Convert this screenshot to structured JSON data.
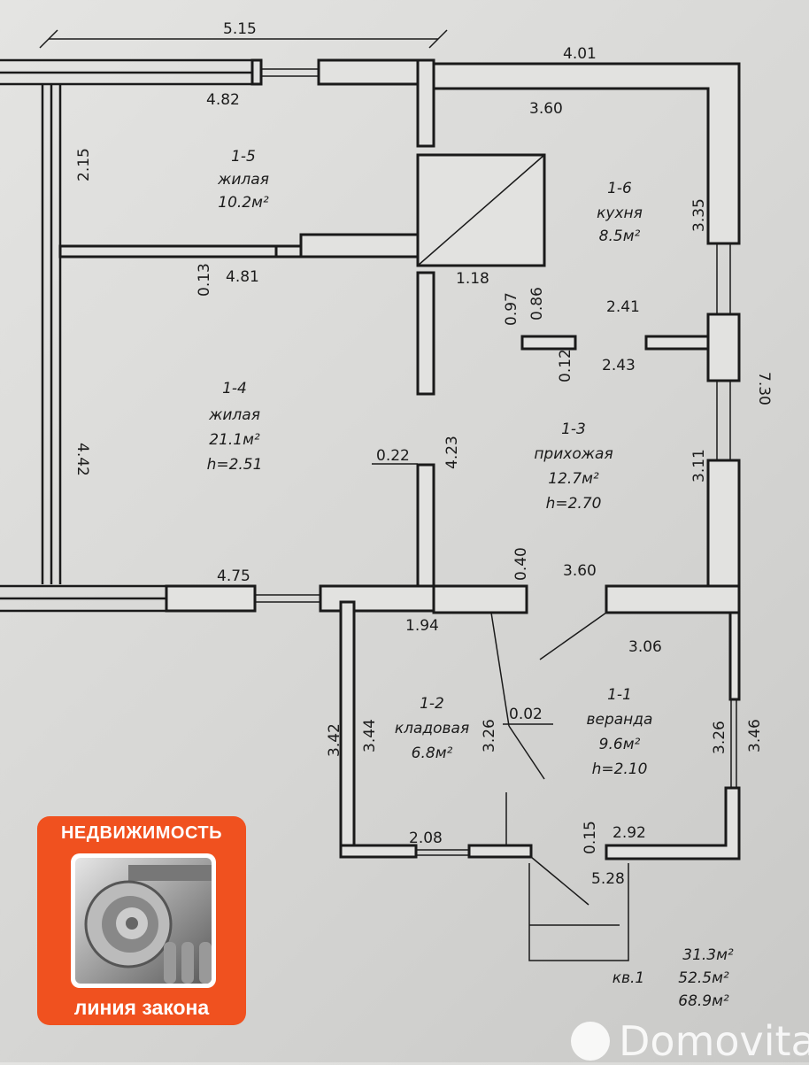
{
  "rooms": [
    {
      "id": "1-5",
      "type": "жилая",
      "area": "10.2м²"
    },
    {
      "id": "1-6",
      "type": "кухня",
      "area": "8.5м²"
    },
    {
      "id": "1-4",
      "type": "жилая",
      "area": "21.1м²",
      "height": "h=2.51"
    },
    {
      "id": "1-3",
      "type": "прихожая",
      "area": "12.7м²",
      "height": "h=2.70"
    },
    {
      "id": "1-2",
      "type": "кладовая",
      "area": "6.8м²"
    },
    {
      "id": "1-1",
      "type": "веранда",
      "area": "9.6м²",
      "height": "h=2.10"
    }
  ],
  "dimensions": {
    "d515": "5.15",
    "d401": "4.01",
    "d482": "4.82",
    "d360a": "3.60",
    "d215": "2.15",
    "d335": "3.35",
    "d013": "0.13",
    "d481": "4.81",
    "d118": "1.18",
    "d097": "0.97",
    "d086": "0.86",
    "d241": "2.41",
    "d012": "0.12",
    "d243": "2.43",
    "d730": "7.30",
    "d442": "4.42",
    "d022": "0.22",
    "d423": "4.23",
    "d311": "3.11",
    "d040": "0.40",
    "d360b": "3.60",
    "d475": "4.75",
    "d194": "1.94",
    "d306": "3.06",
    "d342": "3.42",
    "d344": "3.44",
    "d326a": "3.26",
    "d002": "0.02",
    "d326b": "3.26",
    "d346": "3.46",
    "d208": "2.08",
    "d015": "0.15",
    "d292": "2.92",
    "d528": "5.28"
  },
  "totals": {
    "a": "31.3м²",
    "apt_label": "кв.1",
    "b": "52.5м²",
    "c": "68.9м²"
  },
  "logo": {
    "top": "НЕДВИЖИМОСТЬ",
    "bottom": "линия закона"
  },
  "watermark": "Domovita",
  "colors": {
    "logo": "#f0511f"
  }
}
